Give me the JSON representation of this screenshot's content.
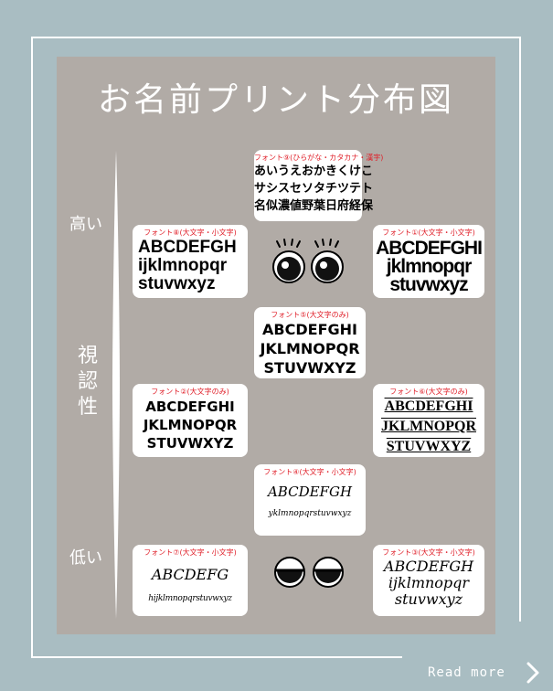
{
  "title": "お名前プリント分布図",
  "axis": {
    "high": "高い",
    "low": "低い",
    "label_chars": [
      "視",
      "認",
      "性"
    ]
  },
  "cards": {
    "font9": {
      "caption": "フォント⑨(ひらがな・カタカナ・漢字)",
      "lines": [
        "あいうえおかきくけこ",
        "サシスセソタチツテト",
        "名似濃値野葉日府経保"
      ]
    },
    "font8": {
      "caption": "フォント⑧(大文字・小文字)",
      "lines": [
        "ABCDEFGH",
        "ijklmnopqr",
        "stuvwxyz"
      ]
    },
    "font1": {
      "caption": "フォント①(大文字・小文字)",
      "lines": [
        "ABCDEFGHI",
        "jklmnopqr",
        "stuvwxyz"
      ]
    },
    "font5": {
      "caption": "フォント⑤(大文字のみ)",
      "lines": [
        "ABCDEFGHI",
        "JKLMNOPQR",
        "STUVWXYZ"
      ]
    },
    "font2": {
      "caption": "フォント②(大文字のみ)",
      "lines": [
        "ABCDEFGHI",
        "JKLMNOPQR",
        "STUVWXYZ"
      ]
    },
    "font6": {
      "caption": "フォント⑥(大文字のみ)",
      "lines": [
        "ABCDEFGHI",
        "JKLMNOPQR",
        "STUVWXYZ"
      ]
    },
    "font4": {
      "caption": "フォント④(大文字・小文字)",
      "lines": [
        "ABCDEFGH",
        "yklmnopqrstuvwxyz"
      ]
    },
    "font7": {
      "caption": "フォント⑦(大文字・小文字)",
      "lines": [
        "ABCDEFG",
        "hijklmnopqrstuvwxyz"
      ]
    },
    "font3": {
      "caption": "フォント③(大文字・小文字)",
      "lines": [
        "ABCDEFGH",
        "ijklmnopqr",
        "stuvwxyz"
      ]
    }
  },
  "read_more": "Read more",
  "colors": {
    "background": "#a9bdc2",
    "panel": "#b1aba6",
    "caption": "#e0202a"
  },
  "icons": {
    "eyes_open": "open-eyes-icon",
    "eyes_closed": "closed-eyes-icon",
    "chevron": "chevron-right-icon"
  }
}
